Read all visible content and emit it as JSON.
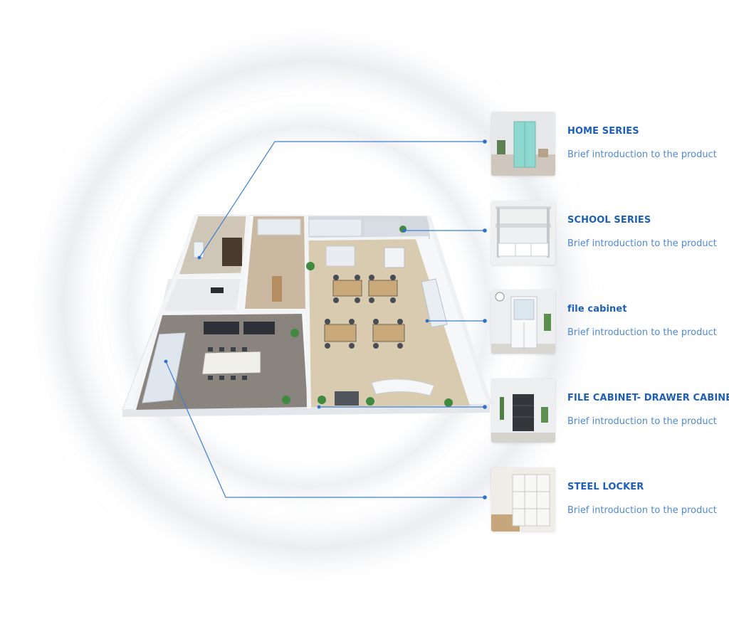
{
  "products": [
    {
      "title": "HOME SERIES",
      "description": "Brief introduction to the product",
      "thumb_icon": "mint-green-wardrobe"
    },
    {
      "title": "SCHOOL SERIES",
      "description": "Brief introduction to the product",
      "thumb_icon": "steel-bunk-bed"
    },
    {
      "title": "file cabinet",
      "description": "Brief introduction to the product",
      "thumb_icon": "white-file-cabinet"
    },
    {
      "title": "FILE CABINET- DRAWER CABINET",
      "description": "Brief introduction to the product",
      "thumb_icon": "dark-drawer-cabinet"
    },
    {
      "title": "STEEL LOCKER",
      "description": "Brief introduction to the product",
      "thumb_icon": "steel-locker"
    }
  ],
  "colors": {
    "accent": "#1d5fb8",
    "description": "#4f89d0",
    "connector": "#3f7fd0",
    "floor_wood": "#d8c9ad",
    "floor_carpet": "#8b8580",
    "wall": "#eef1f4"
  },
  "floorplan": {
    "icon": "office-floorplan-3d"
  }
}
